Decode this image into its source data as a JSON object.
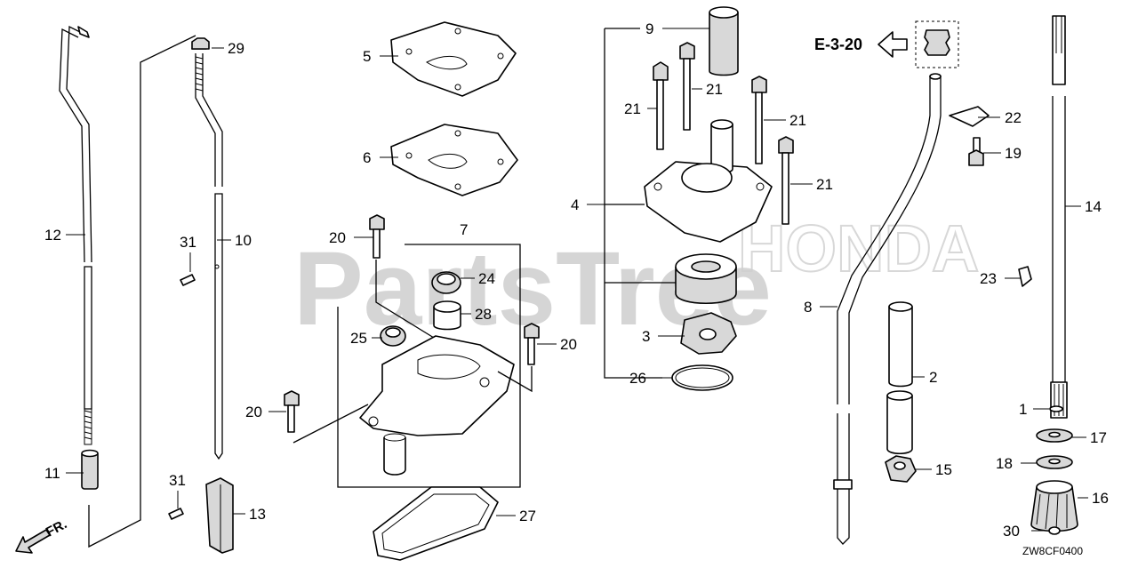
{
  "watermark": {
    "main": "PartsTree",
    "secondary": "HONDA"
  },
  "reference": {
    "label": "E-3-20"
  },
  "front_marker": {
    "label": "FR."
  },
  "diagram_code": "ZW8CF0400",
  "callouts": {
    "c1": "1",
    "c2": "2",
    "c3": "3",
    "c4": "4",
    "c5": "5",
    "c6": "6",
    "c7": "7",
    "c8": "8",
    "c9": "9",
    "c10": "10",
    "c11": "11",
    "c12": "12",
    "c13": "13",
    "c14": "14",
    "c15": "15",
    "c16": "16",
    "c17": "17",
    "c18": "18",
    "c19": "19",
    "c20a": "20",
    "c20b": "20",
    "c20c": "20",
    "c21a": "21",
    "c21b": "21",
    "c21c": "21",
    "c21d": "21",
    "c22": "22",
    "c23": "23",
    "c24": "24",
    "c25": "25",
    "c26": "26",
    "c27": "27",
    "c28": "28",
    "c29": "29",
    "c30": "30",
    "c31a": "31",
    "c31b": "31"
  }
}
